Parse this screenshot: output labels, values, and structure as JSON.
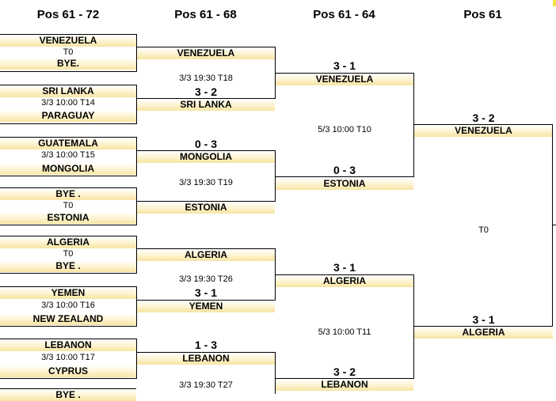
{
  "headers": [
    "Pos 61 - 72",
    "Pos 61 - 68",
    "Pos 61 - 64",
    "Pos 61"
  ],
  "round1": [
    {
      "top": "VENEZUELA",
      "info": "T0",
      "bottom": "BYE."
    },
    {
      "top": "SRI LANKA",
      "info": "3/3 10:00  T14",
      "bottom": "PARAGUAY"
    },
    {
      "top": "GUATEMALA",
      "info": "3/3 10:00  T15",
      "bottom": "MONGOLIA"
    },
    {
      "top": "BYE .",
      "info": "T0",
      "bottom": "ESTONIA"
    },
    {
      "top": "ALGERIA",
      "info": "T0",
      "bottom": "BYE ."
    },
    {
      "top": "YEMEN",
      "info": "3/3 10:00  T16",
      "bottom": "NEW ZEALAND"
    },
    {
      "top": "LEBANON",
      "info": "3/3 10:00  T17",
      "bottom": "CYPRUS"
    },
    {
      "top": "BYE ."
    }
  ],
  "round2": [
    {
      "team": "VENEZUELA",
      "score": ""
    },
    {
      "team": "SRI LANKA",
      "score": "3 - 2"
    },
    {
      "team": "MONGOLIA",
      "score": "0 - 3"
    },
    {
      "team": "ESTONIA",
      "score": ""
    },
    {
      "team": "ALGERIA",
      "score": ""
    },
    {
      "team": "YEMEN",
      "score": "3 - 1"
    },
    {
      "team": "LEBANON",
      "score": "1 - 3"
    }
  ],
  "round2_info": [
    "3/3 19:30  T18",
    "3/3 19:30  T19",
    "3/3 19:30  T26",
    "3/3 19:30  T27"
  ],
  "round3": [
    {
      "team": "VENEZUELA",
      "score": "3 - 1"
    },
    {
      "team": "ESTONIA",
      "score": "0 - 3"
    },
    {
      "team": "ALGERIA",
      "score": "3 - 1"
    },
    {
      "team": "LEBANON",
      "score": "3 - 2"
    }
  ],
  "round3_info": [
    "5/3 10:00  T10",
    "5/3 10:00  T11"
  ],
  "round4": [
    {
      "team": "VENEZUELA",
      "score": "3 - 2"
    },
    {
      "team": "ALGERIA",
      "score": "3 - 1"
    }
  ],
  "final_info": "T0",
  "colors": {
    "slot_gradient_end": "#f8e3a0",
    "marker": "#f5e34a"
  }
}
